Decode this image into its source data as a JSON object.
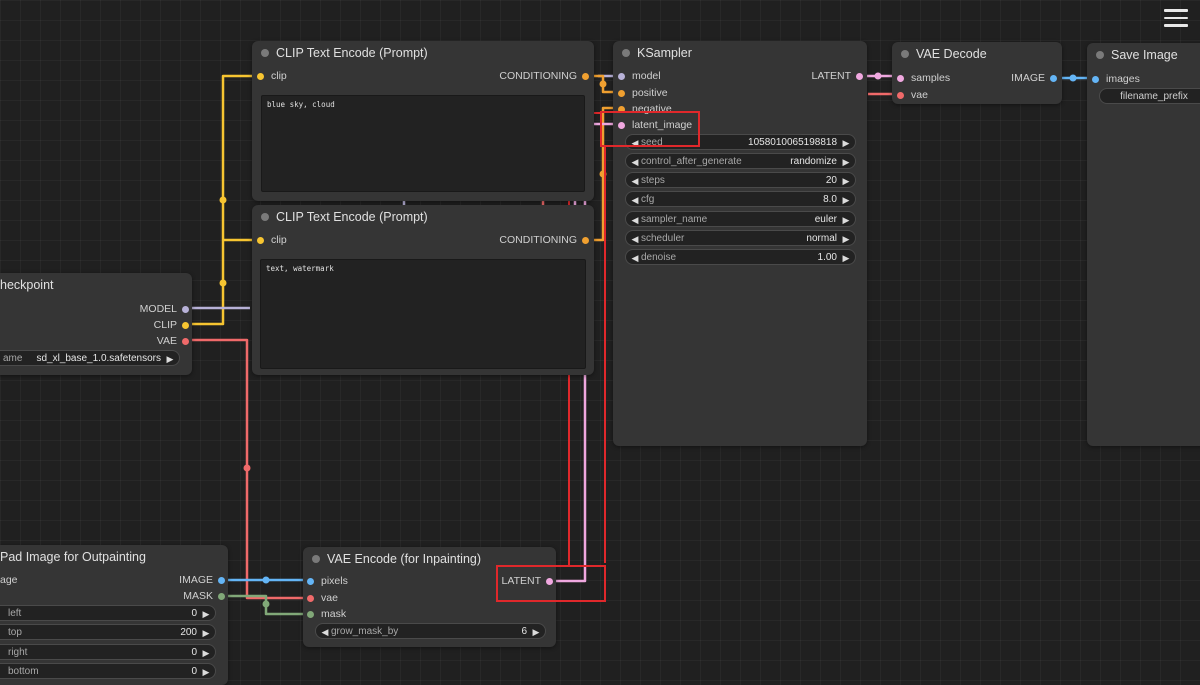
{
  "colors": {
    "clip": "#f7c531",
    "conditioning": "#f0a030",
    "model": "#b8b2d8",
    "vae": "#f06a6a",
    "latent": "#f0a8e0",
    "image": "#64b5f6",
    "mask": "#81a878",
    "highlight": "#e0282b"
  },
  "menu": {
    "icon": "hamburger-menu-icon"
  },
  "nodes": {
    "checkpoint": {
      "title": "heckpoint",
      "outputs": [
        "MODEL",
        "CLIP",
        "VAE"
      ],
      "ckpt_label": "ame",
      "ckpt_value": "sd_xl_base_1.0.safetensors"
    },
    "clip_pos": {
      "title": "CLIP Text Encode (Prompt)",
      "input": "clip",
      "output": "CONDITIONING",
      "text": "blue sky, cloud"
    },
    "clip_neg": {
      "title": "CLIP Text Encode (Prompt)",
      "input": "clip",
      "output": "CONDITIONING",
      "text": "text, watermark"
    },
    "ksampler": {
      "title": "KSampler",
      "inputs": [
        "model",
        "positive",
        "negative",
        "latent_image"
      ],
      "output": "LATENT",
      "widgets": [
        {
          "label": "seed",
          "value": "1058010065198818"
        },
        {
          "label": "control_after_generate",
          "value": "randomize"
        },
        {
          "label": "steps",
          "value": "20"
        },
        {
          "label": "cfg",
          "value": "8.0"
        },
        {
          "label": "sampler_name",
          "value": "euler"
        },
        {
          "label": "scheduler",
          "value": "normal"
        },
        {
          "label": "denoise",
          "value": "1.00"
        }
      ]
    },
    "vae_decode": {
      "title": "VAE Decode",
      "inputs": [
        "samples",
        "vae"
      ],
      "output": "IMAGE"
    },
    "save_image": {
      "title": "Save Image",
      "input": "images",
      "widget": "filename_prefix"
    },
    "pad_image": {
      "title": "Pad Image for Outpainting",
      "input": "age",
      "outputs": [
        "IMAGE",
        "MASK"
      ],
      "widgets": [
        {
          "label": "left",
          "value": "0"
        },
        {
          "label": "top",
          "value": "200"
        },
        {
          "label": "right",
          "value": "0"
        },
        {
          "label": "bottom",
          "value": "0"
        }
      ]
    },
    "vae_encode": {
      "title": "VAE Encode (for Inpainting)",
      "inputs": [
        "pixels",
        "vae",
        "mask"
      ],
      "output": "LATENT",
      "widget": {
        "label": "grow_mask_by",
        "value": "6"
      }
    }
  }
}
